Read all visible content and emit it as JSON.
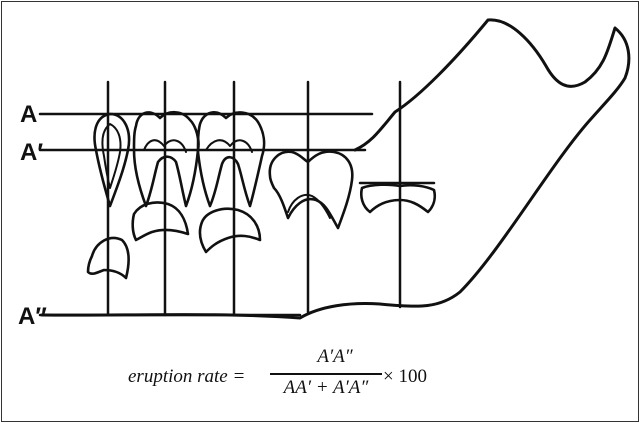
{
  "labels": {
    "a": "A",
    "a_prime": "A′",
    "a_double_prime": "A″"
  },
  "formula": {
    "lhs": "eruption rate =",
    "numerator": "A′A″",
    "denominator": "AA′ + A′A″",
    "rhs": "× 100"
  },
  "colors": {
    "line": "#111111",
    "background": "#ffffff"
  }
}
